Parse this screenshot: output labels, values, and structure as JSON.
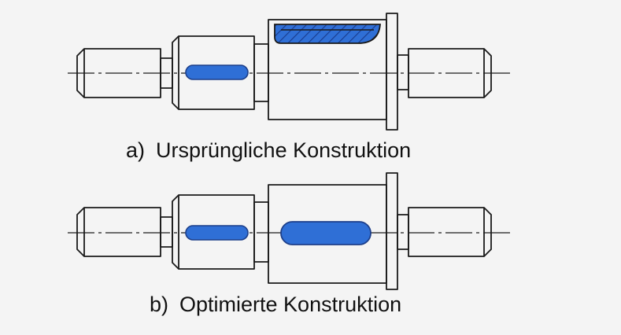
{
  "captions": {
    "a": {
      "tag": "a)",
      "text": "Ursprüngliche Konstruktion"
    },
    "b": {
      "tag": "b)",
      "text": "Optimierte Konstruktion"
    }
  },
  "colors": {
    "background": "#f4f4f4",
    "line": "#1a1a1a",
    "keyway_fill": "#2f6fd6",
    "keyway_edge": "#1d3f8a",
    "hatch": "#1a3a8a"
  },
  "icons": {
    "shaft": "stepped-shaft-drawing",
    "keyway": "keyway-slot",
    "hatch": "section-hatching"
  }
}
